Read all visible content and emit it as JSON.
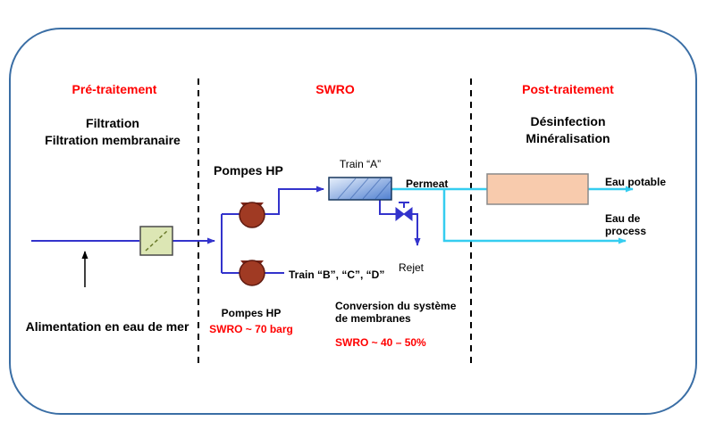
{
  "colors": {
    "section_title_red": "#ff0000",
    "flow_line_blue": "#3333cc",
    "permeate_line_cyan": "#35cdf0",
    "pump_red": "#a03a23",
    "filter_green": "#dce6b4",
    "membrane_blue": "#4f7fd0",
    "post_box_orange": "#f8cbad",
    "frame_blue": "#3a6ea5",
    "separator_black": "#000000"
  },
  "pretreatment": {
    "title": "Pré-traitement",
    "process_line1": "Filtration",
    "process_line2": "Filtration membranaire",
    "feed_label": "Alimentation en eau de mer"
  },
  "swro": {
    "title": "SWRO",
    "pumps_label": "Pompes HP",
    "train_a_label": "Train “A”",
    "permeate_label": "Permeat",
    "reject_label": "Rejet",
    "trains_bcd_label": "Train “B”, “C”, “D”",
    "pump_note_line1": "Pompes HP",
    "pump_note_line2": "SWRO ~ 70 barg",
    "conversion_line1": "Conversion du système",
    "conversion_line2": "de membranes",
    "conversion_value": "SWRO ~ 40 – 50%"
  },
  "posttreatment": {
    "title": "Post-traitement",
    "process_line1": "Désinfection",
    "process_line2": "Minéralisation",
    "output_potable": "Eau potable",
    "output_process_line1": "Eau de",
    "output_process_line2": "process"
  }
}
